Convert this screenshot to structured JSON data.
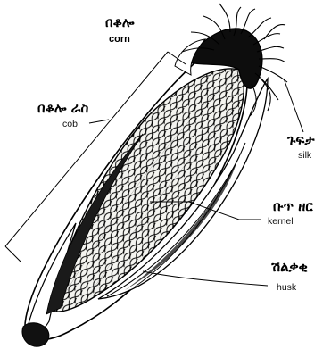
{
  "labels": {
    "corn": {
      "amharic": "በቆሎ",
      "english": "corn"
    },
    "cob": {
      "amharic": "በቆሎ ራስ",
      "english": "cob"
    },
    "silk": {
      "amharic": "ጉፍታ",
      "english": "silk"
    },
    "kernel": {
      "amharic": "ቡጥ ዘር",
      "english": "kernel"
    },
    "husk": {
      "amharic": "ሽልቃቂ",
      "english": "husk"
    }
  },
  "colors": {
    "ink": "#000000",
    "kernel_fill": "#f4f4f0",
    "husk_fill": "#ffffff"
  }
}
